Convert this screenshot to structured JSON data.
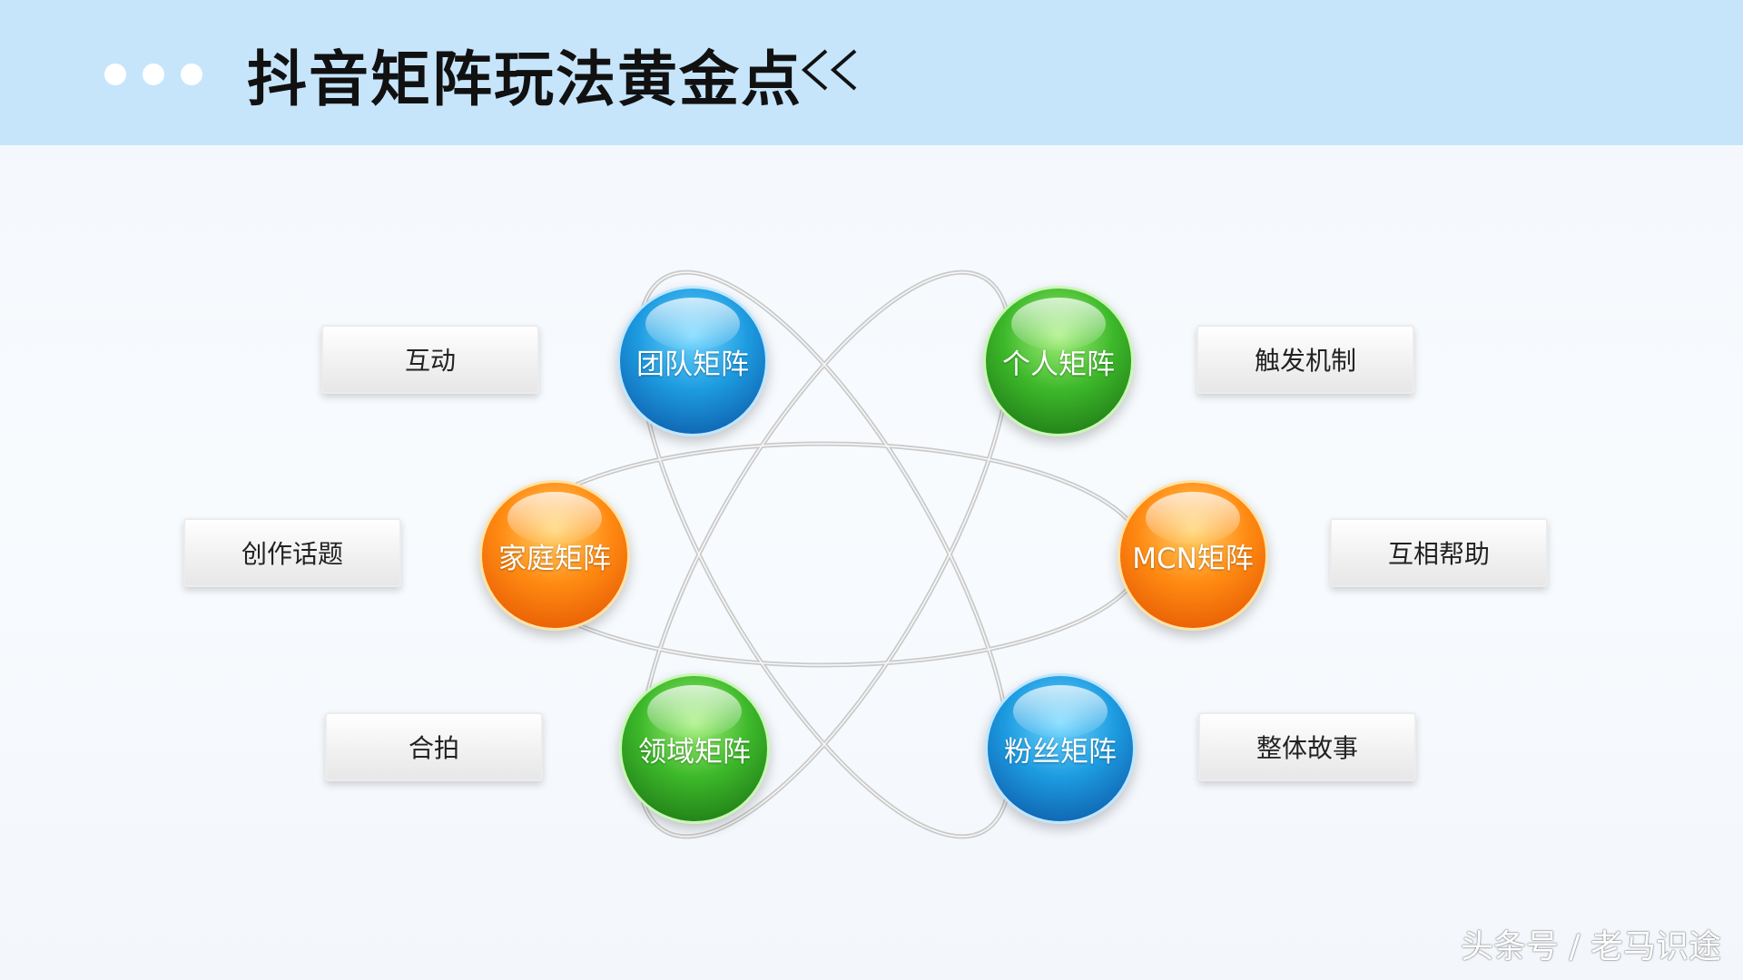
{
  "header": {
    "title": "抖音矩阵玩法黄金点",
    "chevron_icon": "double-chevron-left-icon",
    "background": "#c6e5fb"
  },
  "nodes": [
    {
      "id": "team",
      "label": "团队矩阵",
      "color": "blue"
    },
    {
      "id": "personal",
      "label": "个人矩阵",
      "color": "green"
    },
    {
      "id": "family",
      "label": "家庭矩阵",
      "color": "orange"
    },
    {
      "id": "mcn",
      "label": "MCN矩阵",
      "color": "orange"
    },
    {
      "id": "domain",
      "label": "领域矩阵",
      "color": "green"
    },
    {
      "id": "fans",
      "label": "粉丝矩阵",
      "color": "blue"
    }
  ],
  "points": [
    {
      "id": "interaction",
      "label": "互动"
    },
    {
      "id": "trigger",
      "label": "触发机制"
    },
    {
      "id": "topic",
      "label": "创作话题"
    },
    {
      "id": "mutual",
      "label": "互相帮助"
    },
    {
      "id": "duet",
      "label": "合拍"
    },
    {
      "id": "story",
      "label": "整体故事"
    }
  ],
  "watermark": "头条号 / 老马识途",
  "colors": {
    "blue": "#1d9be0",
    "green": "#3db82a",
    "orange": "#ff8a12",
    "orbit": "#c8c8c8"
  }
}
